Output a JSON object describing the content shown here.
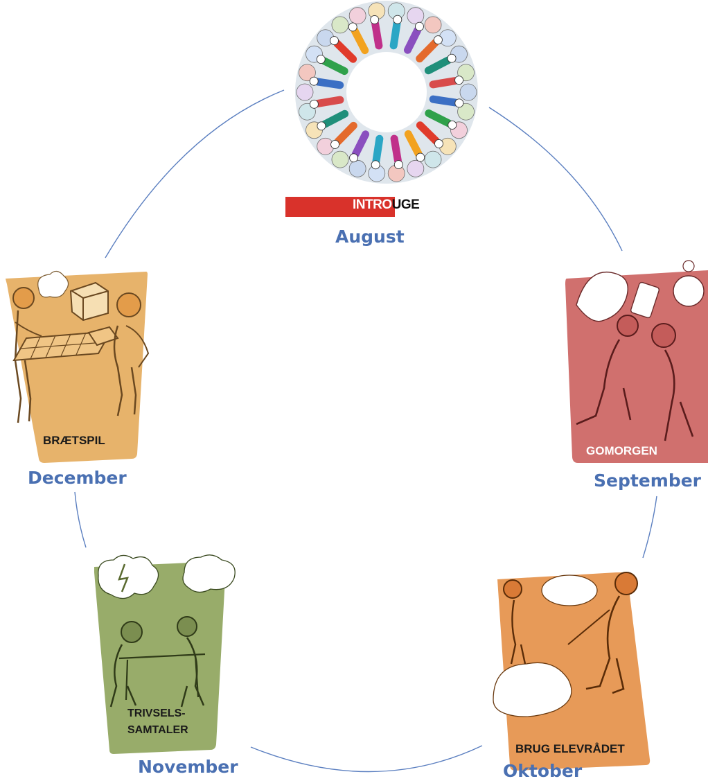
{
  "diagram": {
    "colors": {
      "circle_line": "#5b7fc0",
      "month_text": "#4a70b2",
      "intro_red": "#d9322b",
      "card_december": "#e7b36b",
      "card_september": "#d0706e",
      "card_november": "#98ac6a",
      "card_oktober": "#e79a58"
    },
    "nodes": [
      {
        "id": "august",
        "month": "August",
        "card_title_part1": "INTRO",
        "card_title_part2": "UGE",
        "icon": "circle-of-people-icon"
      },
      {
        "id": "september",
        "month": "September",
        "card_title": "GOMORGEN",
        "icon": "rooster-phone-alarm-icon"
      },
      {
        "id": "oktober",
        "month": "Oktober",
        "card_title": "BRUG ELEVRÅDET",
        "icon": "talking-people-icon"
      },
      {
        "id": "november",
        "month": "November",
        "card_title_line1": "TRIVSELS-",
        "card_title_line2": "SAMTALER",
        "icon": "conversation-at-table-icon"
      },
      {
        "id": "december",
        "month": "December",
        "card_title": "BRÆTSPIL",
        "icon": "board-game-icon"
      }
    ]
  }
}
